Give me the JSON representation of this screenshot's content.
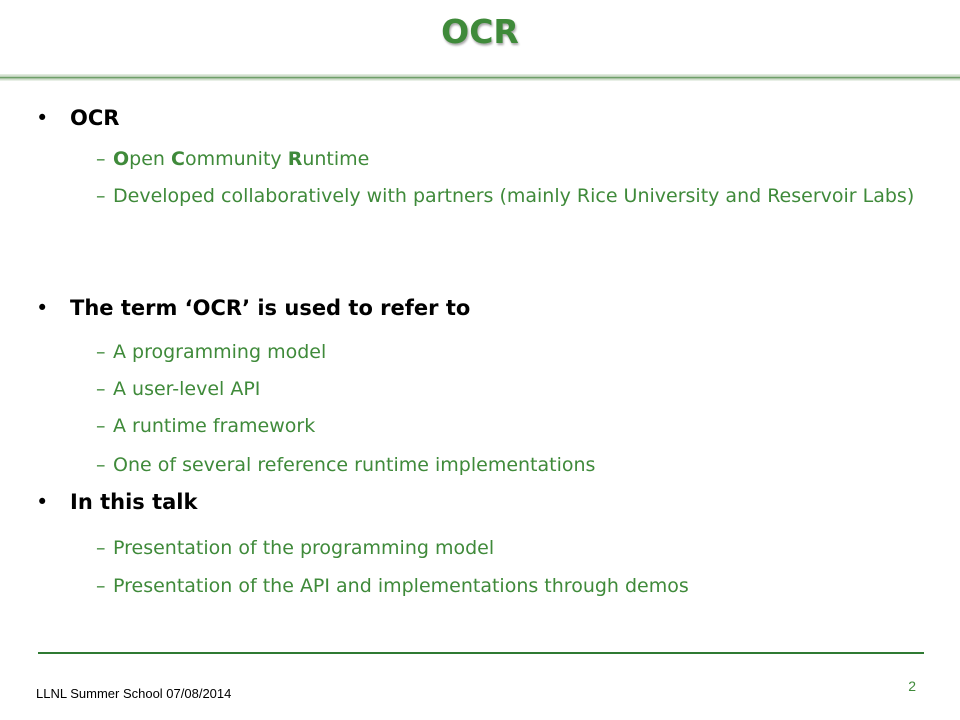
{
  "slide": {
    "title": "OCR"
  },
  "sections": [
    {
      "heading": "OCR",
      "items": [
        {
          "parts": [
            {
              "text": "O",
              "bold": true
            },
            {
              "text": "pen ",
              "bold": false
            },
            {
              "text": "C",
              "bold": true
            },
            {
              "text": "ommunity ",
              "bold": false
            },
            {
              "text": "R",
              "bold": true
            },
            {
              "text": "untime",
              "bold": false
            }
          ]
        },
        {
          "parts": [
            {
              "text": "Developed collaboratively with partners (mainly Rice University and Reservoir Labs)",
              "bold": false
            }
          ]
        }
      ]
    },
    {
      "heading": "The term ‘OCR’ is used to refer to",
      "items": [
        {
          "parts": [
            {
              "text": "A programming model",
              "bold": false
            }
          ]
        },
        {
          "parts": [
            {
              "text": "A user-level API",
              "bold": false
            }
          ]
        },
        {
          "parts": [
            {
              "text": "A runtime framework",
              "bold": false
            }
          ]
        },
        {
          "parts": [
            {
              "text": "One of several reference runtime implementations",
              "bold": false
            }
          ]
        }
      ]
    },
    {
      "heading": "In this talk",
      "items": [
        {
          "parts": [
            {
              "text": "Presentation of the programming model",
              "bold": false
            }
          ]
        },
        {
          "parts": [
            {
              "text": "Presentation of the API and implementations through demos",
              "bold": false
            }
          ]
        }
      ]
    }
  ],
  "footer": {
    "left_text": "LLNL Summer School 07/08/2014",
    "page_number": "2"
  },
  "colors": {
    "accent_green": "#3f8a3a",
    "rule_green": "#2f7a32",
    "text_black": "#000000"
  }
}
